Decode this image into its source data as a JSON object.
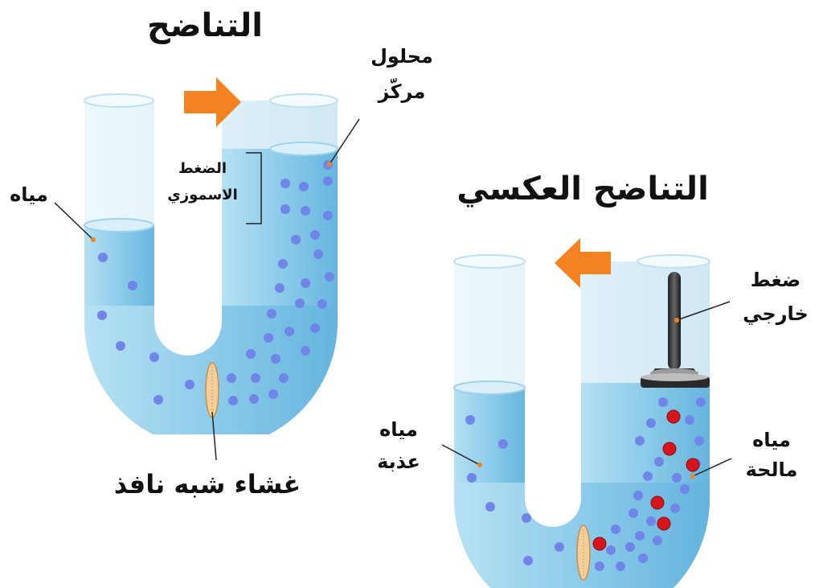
{
  "titles": {
    "osmosis": "التناضح",
    "reverse_osmosis": "التناضح العكسي"
  },
  "labels": {
    "water": "مياه",
    "concentrated_1": "محلول",
    "concentrated_2": "مركّز",
    "osmotic_1": "الضغط",
    "osmotic_2": "الاسموزي",
    "membrane": "غشاء شبه نافذ",
    "external_1": "ضغط",
    "external_2": "خارجي",
    "fresh_1": "مياه",
    "fresh_2": "عذبة",
    "salt_1": "مياه",
    "salt_2": "مالحة"
  },
  "colors": {
    "water": "#aedcf0",
    "water_dark": "#5aaed8",
    "tube": "#e4f3fa",
    "particle": "#6f86e8",
    "salt": "#d8141c",
    "arrow": "#f58220",
    "membrane": "#f2cf9a",
    "plunger": "#444444"
  },
  "icons": {
    "direction_arrow_right": "arrow-right-icon",
    "direction_arrow_left": "arrow-left-icon"
  }
}
